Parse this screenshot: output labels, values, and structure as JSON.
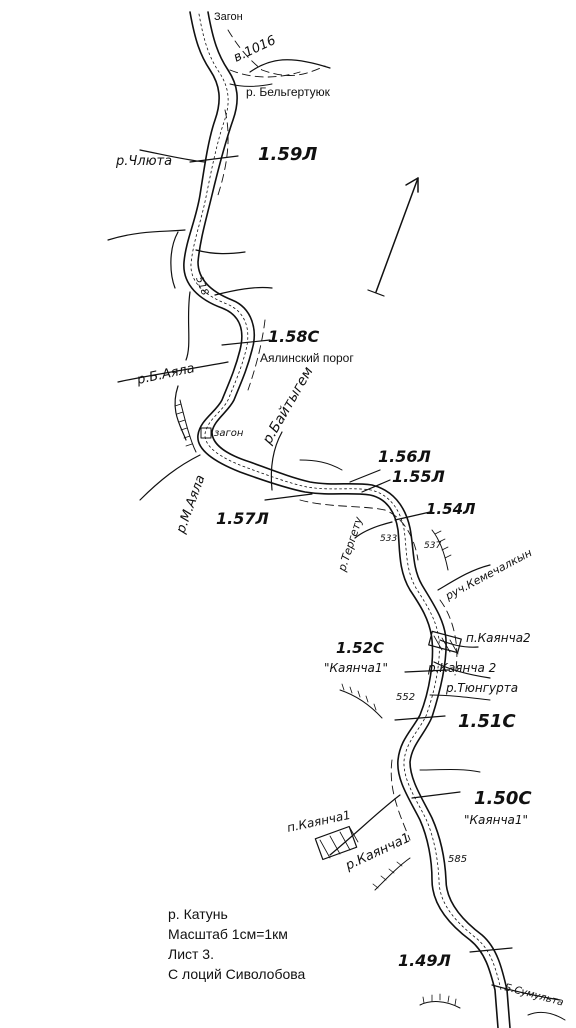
{
  "labels": {
    "zagon_top": "Загон",
    "peak_1016": "в.1016",
    "river_belgertuyuk": "р. Бельгертуюк",
    "river_chlyuta": "р.Члюта",
    "km_159": "1.59Л",
    "alt_518": "518",
    "km_158": "1.58С",
    "ayalinsky_rapid": "Аялинский порог",
    "river_b_ayala": "р.Б.Аяла",
    "zagon_mid": "загон",
    "river_baytygem": "р.Байтыгем",
    "river_m_ayala": "р.М.Аяла",
    "km_157": "1.57Л",
    "km_156": "1.56Л",
    "km_155": "1.55Л",
    "km_154": "1.54Л",
    "river_tergetu": "р.Тергету",
    "alt_533": "533",
    "alt_537": "537",
    "stream_kemechalkyn": "руч.Кемечалкын",
    "settlement_kayancha2": "п.Каянча2",
    "km_152": "1.52С",
    "kayancha1_quote": "\"Каянча1\"",
    "river_kayancha2": "р.Каянча 2",
    "river_tyungurta": "р.Тюнгурта",
    "alt_552": "552",
    "km_151": "1.51С",
    "km_150": "1.50С",
    "kayancha_quote2": "\"Каянча1\"",
    "settlement_kayancha1": "п.Каянча1",
    "river_kayancha1": "р.Каянча1",
    "alt_585": "585",
    "km_149": "1.49Л",
    "river_b_sumulta": "Б.Сумульта"
  },
  "legend": {
    "line1": "р. Катунь",
    "line2": "Масштаб 1см=1км",
    "line3": "Лист 3.",
    "line4": "С лоций Сиволобова"
  },
  "icons": {
    "north_arrow": "north-arrow-icon",
    "settlement": "hatched-settlement-icon"
  }
}
